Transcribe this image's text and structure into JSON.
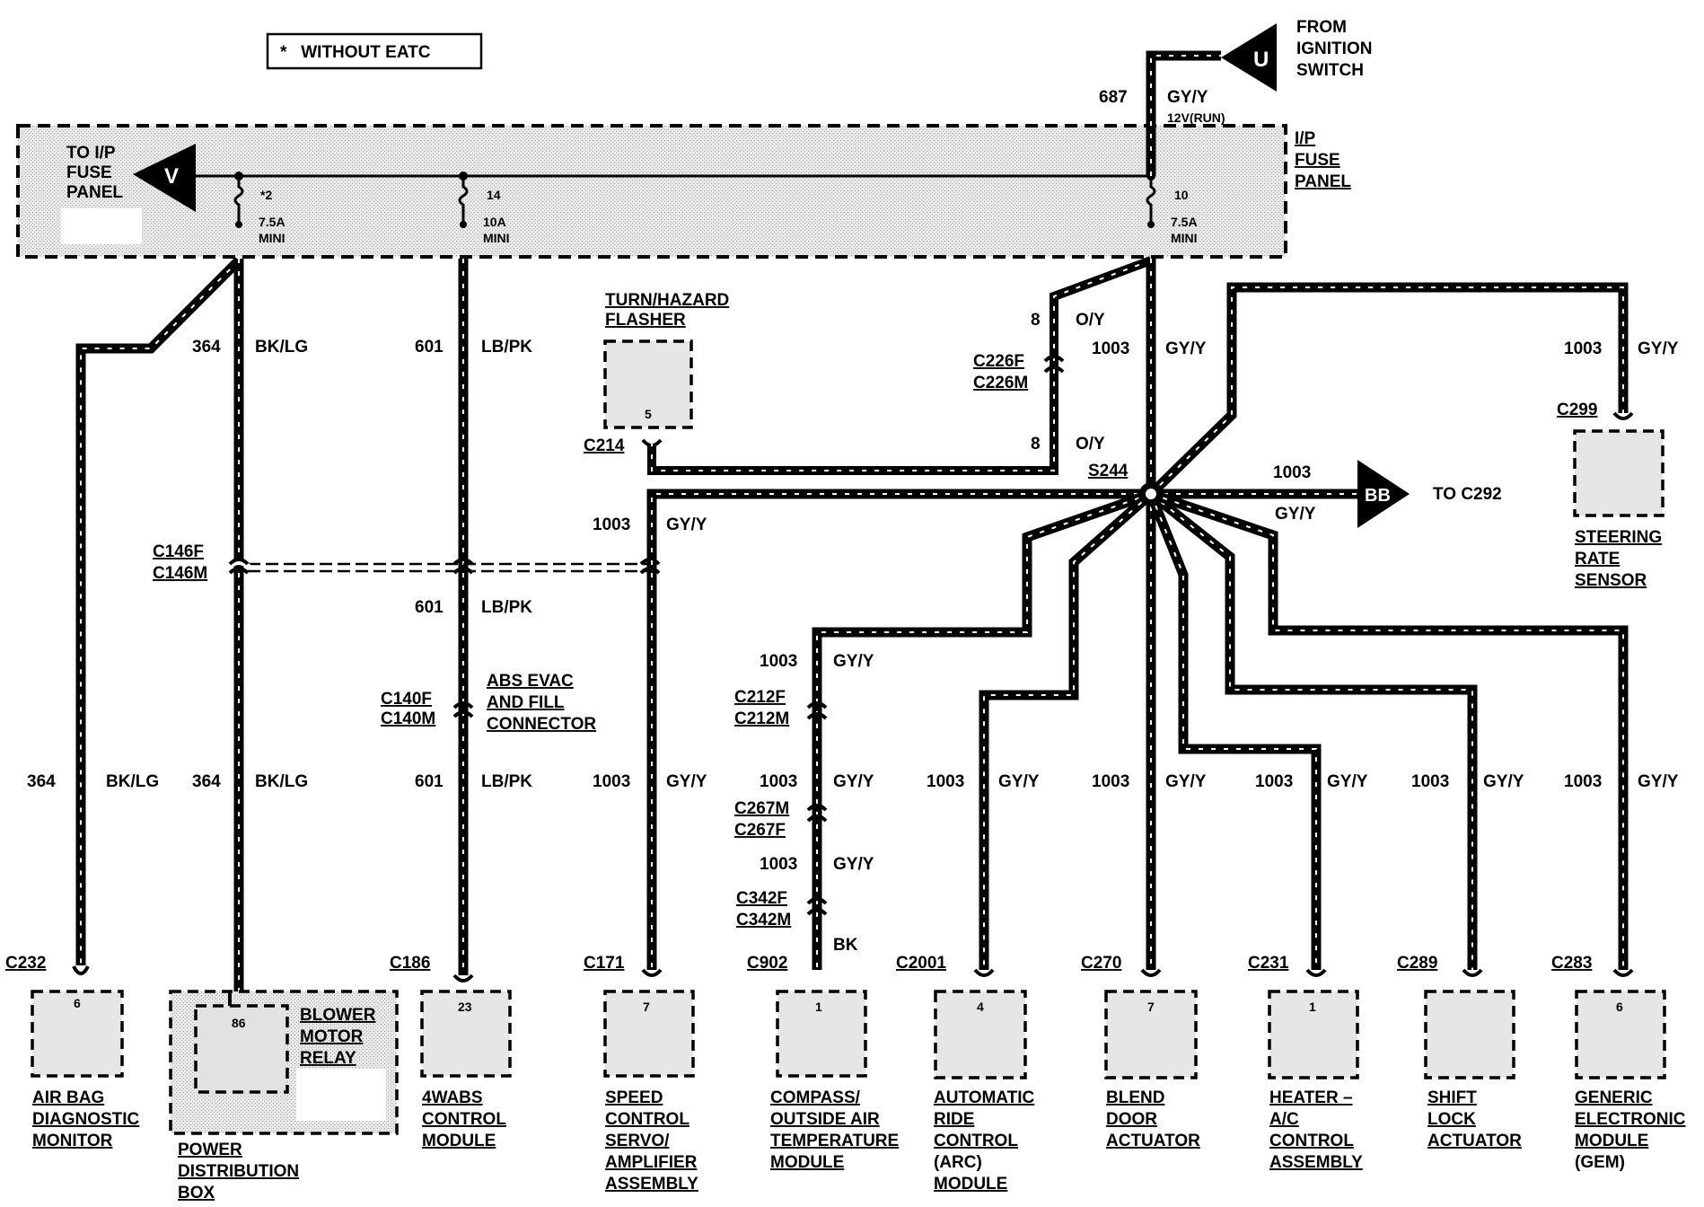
{
  "legend": {
    "text": "*   WITHOUT EATC"
  },
  "source": {
    "label_line1": "FROM",
    "label_line2": "IGNITION",
    "label_line3": "SWITCH",
    "connector_letter": "U",
    "circuit": "687",
    "color": "GY/Y",
    "voltage": "12V(RUN)"
  },
  "fuse_panel": {
    "label_line1": "I/P",
    "label_line2": "FUSE",
    "label_line3": "PANEL",
    "to_line1": "TO I/P",
    "to_line2": "FUSE",
    "to_line3": "PANEL",
    "to_letter": "V",
    "fuses": [
      {
        "number": "*2",
        "rating": "7.5A",
        "type": "MINI"
      },
      {
        "number": "14",
        "rating": "10A",
        "type": "MINI"
      },
      {
        "number": "10",
        "rating": "7.5A",
        "type": "MINI"
      }
    ]
  },
  "flasher": {
    "line1": "TURN/HAZARD",
    "line2": "FLASHER",
    "pin": "5",
    "connector": "C214"
  },
  "splice": "S244",
  "offpage": {
    "letter": "BB",
    "label": "TO C292",
    "circuit": "1003",
    "color": "GY/Y"
  },
  "steering": {
    "circuit": "1003",
    "color": "GY/Y",
    "connector": "C299",
    "line1": "STEERING",
    "line2": "RATE",
    "line3": "SENSOR"
  },
  "wires": {
    "c364": "364",
    "bklg": "BK/LG",
    "c601": "601",
    "lbpk": "LB/PK",
    "c1003": "1003",
    "gyy": "GY/Y",
    "c8": "8",
    "oy": "O/Y",
    "bk": "BK"
  },
  "inline_connectors": {
    "c226": [
      "C226F",
      "C226M"
    ],
    "c146": [
      "C146F",
      "C146M"
    ],
    "c140": [
      "C140F",
      "C140M"
    ],
    "c212": [
      "C212F",
      "C212M"
    ],
    "c267": [
      "C267M",
      "C267F"
    ],
    "c342": [
      "C342F",
      "C342M"
    ]
  },
  "abs_evac": [
    "ABS EVAC",
    "AND FILL",
    "CONNECTOR"
  ],
  "components": [
    {
      "connector": "C232",
      "pin": "6",
      "lines": [
        "AIR BAG",
        "DIAGNOSTIC",
        "MONITOR"
      ]
    },
    {
      "connector": "",
      "pin": "86",
      "lines": [
        "POWER",
        "DISTRIBUTION",
        "BOX"
      ],
      "relay": [
        "BLOWER",
        "MOTOR",
        "RELAY"
      ]
    },
    {
      "connector": "C186",
      "pin": "23",
      "lines": [
        "4WABS",
        "CONTROL",
        "MODULE"
      ]
    },
    {
      "connector": "C171",
      "pin": "7",
      "lines": [
        "SPEED",
        "CONTROL",
        "SERVO/",
        "AMPLIFIER",
        "ASSEMBLY"
      ]
    },
    {
      "connector": "C902",
      "pin": "1",
      "lines": [
        "COMPASS/",
        "OUTSIDE AIR",
        "TEMPERATURE",
        "MODULE"
      ]
    },
    {
      "connector": "C2001",
      "pin": "4",
      "lines": [
        "AUTOMATIC",
        "RIDE",
        "CONTROL",
        "(ARC)",
        "MODULE"
      ]
    },
    {
      "connector": "C270",
      "pin": "7",
      "lines": [
        "BLEND",
        "DOOR",
        "ACTUATOR"
      ]
    },
    {
      "connector": "C231",
      "pin": "1",
      "lines": [
        "HEATER –",
        "A/C",
        "CONTROL",
        "ASSEMBLY"
      ]
    },
    {
      "connector": "C289",
      "pin": "",
      "lines": [
        "SHIFT",
        "LOCK",
        "ACTUATOR"
      ]
    },
    {
      "connector": "C283",
      "pin": "6",
      "lines": [
        "GENERIC",
        "ELECTRONIC",
        "MODULE",
        "(GEM)"
      ]
    }
  ]
}
